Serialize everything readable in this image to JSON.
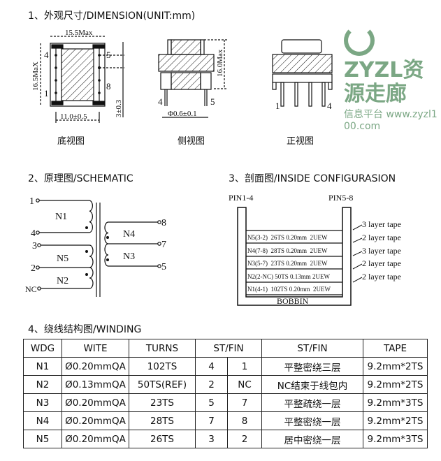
{
  "dimension": {
    "title": "1、外观尺寸/DIMENSION(UNIT:mm)",
    "bottom_view": {
      "caption": "底视图",
      "width": "15.5Max",
      "height": "16.5MaX",
      "pitch": "11.0±0.5",
      "pin_len": "3±0.3",
      "pins_left": [
        "4",
        "1"
      ],
      "pins_right": [
        "5",
        "8"
      ]
    },
    "side_view": {
      "caption": "侧视图",
      "height": "16.0Max",
      "pin_dia": "Φ0.6±0.1",
      "pins": [
        "4",
        "5"
      ]
    },
    "front_view": {
      "caption": "正视图",
      "pins": [
        "1",
        "4"
      ]
    }
  },
  "schematic": {
    "title": "2、原理图/SCHEMATIC",
    "pins_left": [
      "1",
      "4",
      "3",
      "2",
      "NC"
    ],
    "pins_right": [
      "8",
      "7",
      "5"
    ],
    "windings": [
      "N1",
      "N5",
      "N2",
      "N4",
      "N3"
    ]
  },
  "inside": {
    "title": "3、剖面图/INSIDE CONFIGURASION",
    "pin_left": "PIN1-4",
    "pin_right": "PIN5-8",
    "layers": [
      "N5(3-2)  26TS 0.20mm  2UEW",
      "N4(7-8)  28TS 0.20mm  2UEW",
      "N3(5-7)  23TS 0.20mm  2UEW",
      "N2(2-NC) 50TS 0.13mm 2UEW",
      "N1(4-1)  102TS 0.20mm  2UEW"
    ],
    "bobbin": "BOBBIN",
    "tapes": [
      "3 layer tape",
      "2 layer tape",
      "3 layer tape",
      "2 layer tape",
      "2 layer tape"
    ]
  },
  "winding": {
    "title": "4、绕线结构图/WINDING",
    "headers": [
      "WDG",
      "WITE",
      "TURNS",
      "ST/FIN",
      "ST/FIN",
      "TAPE"
    ],
    "rows": [
      [
        "N1",
        "Ø0.20mmQA",
        "102TS",
        "4",
        "1",
        "平整密绕三层",
        "9.2mm*2TS"
      ],
      [
        "N2",
        "Ø0.13mmQA",
        "50TS(REF)",
        "2",
        "NC",
        "NC结束于线包内",
        "9.2mm*2TS"
      ],
      [
        "N3",
        "Ø0.20mmQA",
        "23TS",
        "5",
        "7",
        "平整疏绕一层",
        "9.2mm*3TS"
      ],
      [
        "N4",
        "Ø0.20mmQA",
        "28TS",
        "7",
        "8",
        "平整密绕一层",
        "9.2mm*2TS"
      ],
      [
        "N5",
        "Ø0.20mmQA",
        "26TS",
        "3",
        "2",
        "居中密绕一层",
        "9.2mm*3TS"
      ]
    ]
  },
  "watermark": {
    "text": "ZYZL资源走廊",
    "sub": "信息平台 www.zyzl100.com",
    "color": "#4f8a5c"
  }
}
